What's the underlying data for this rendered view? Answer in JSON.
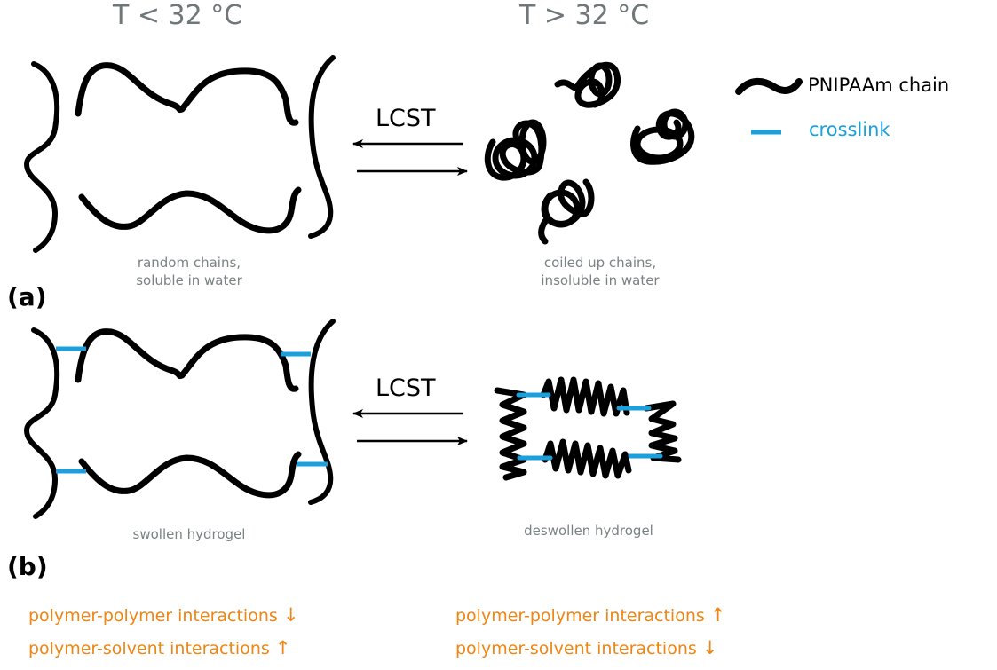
{
  "header": {
    "temp_low": "T < 32 °C",
    "temp_high": "T > 32 °C"
  },
  "legend": {
    "chain_label": "PNIPAAm chain",
    "crosslink_label": "crosslink",
    "chain_icon": "wavy-chain-icon",
    "crosslink_icon": "blue-line-icon"
  },
  "panel_a": {
    "label": "(a)",
    "transition_label": "LCST",
    "left_caption_line1": "random chains,",
    "left_caption_line2": "soluble in water",
    "right_caption_line1": "coiled up chains,",
    "right_caption_line2": "insoluble in water"
  },
  "panel_b": {
    "label": "(b)",
    "transition_label": "LCST",
    "left_caption": "swollen hydrogel",
    "right_caption": "deswollen hydrogel"
  },
  "interactions": {
    "left": [
      {
        "text": "polymer-polymer interactions",
        "arrow": "↓",
        "direction": "decrease"
      },
      {
        "text": "polymer-solvent interactions",
        "arrow": "↑",
        "direction": "increase"
      }
    ],
    "right": [
      {
        "text": "polymer-polymer interactions",
        "arrow": "↑",
        "direction": "increase"
      },
      {
        "text": "polymer-solvent interactions",
        "arrow": "↓",
        "direction": "decrease"
      }
    ]
  },
  "colors": {
    "chain": "#000000",
    "crosslink": "#1aa0dc",
    "interactions": "#ef8512",
    "caption_gray": "#7a8283"
  }
}
